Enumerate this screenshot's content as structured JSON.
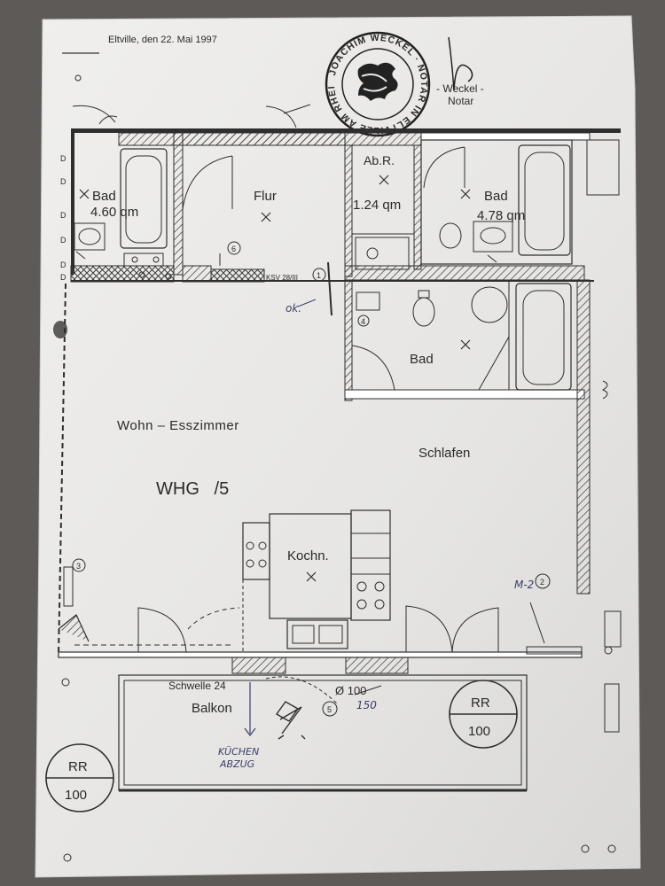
{
  "header": {
    "date_line": "Eltville, den 22. Mai 1997"
  },
  "stamp": {
    "ring_text": "JOACHIM WECKEL · NOTAR IN ELTVILLE AM RHEIN",
    "signature_caption_1": "- Weckel -",
    "signature_caption_2": "Notar"
  },
  "rooms": {
    "bad_left": {
      "name": "Bad",
      "area": "4.60 qm"
    },
    "flur": {
      "name": "Flur"
    },
    "abr": {
      "name": "Ab.R.",
      "area": "1.24 qm"
    },
    "bad_right": {
      "name": "Bad",
      "area": "4.78 qm"
    },
    "bad_middle": {
      "name": "Bad"
    },
    "wohn": {
      "name": "Wohn – Esszimmer"
    },
    "schlafen": {
      "name": "Schlafen"
    },
    "kochn": {
      "name": "Kochn."
    },
    "balkon": {
      "name": "Balkon"
    }
  },
  "unit": {
    "label": "WHG   /5"
  },
  "notes": {
    "ksv": "KSV 28/III",
    "schwelle": "Schwelle 24",
    "pipe_dia": "Ø 100",
    "pipe_alt": "150",
    "kuechen_abzug_1": "KÜCHEN",
    "kuechen_abzug_2": "ABZUG",
    "hand_ok": "ok.",
    "hand_m2": "M-2"
  },
  "markers": {
    "m1": "1",
    "m2": "2",
    "m3": "3",
    "m4": "4",
    "m5": "5",
    "m6": "6"
  },
  "rr_left": {
    "top": "RR",
    "bottom": "100"
  },
  "rr_right": {
    "top": "RR",
    "bottom": "100"
  },
  "colors": {
    "paper": "#e9e8e6",
    "ink": "#2e2e2e",
    "hand_ink": "#3b3f6a",
    "background": "#5e5a58"
  }
}
